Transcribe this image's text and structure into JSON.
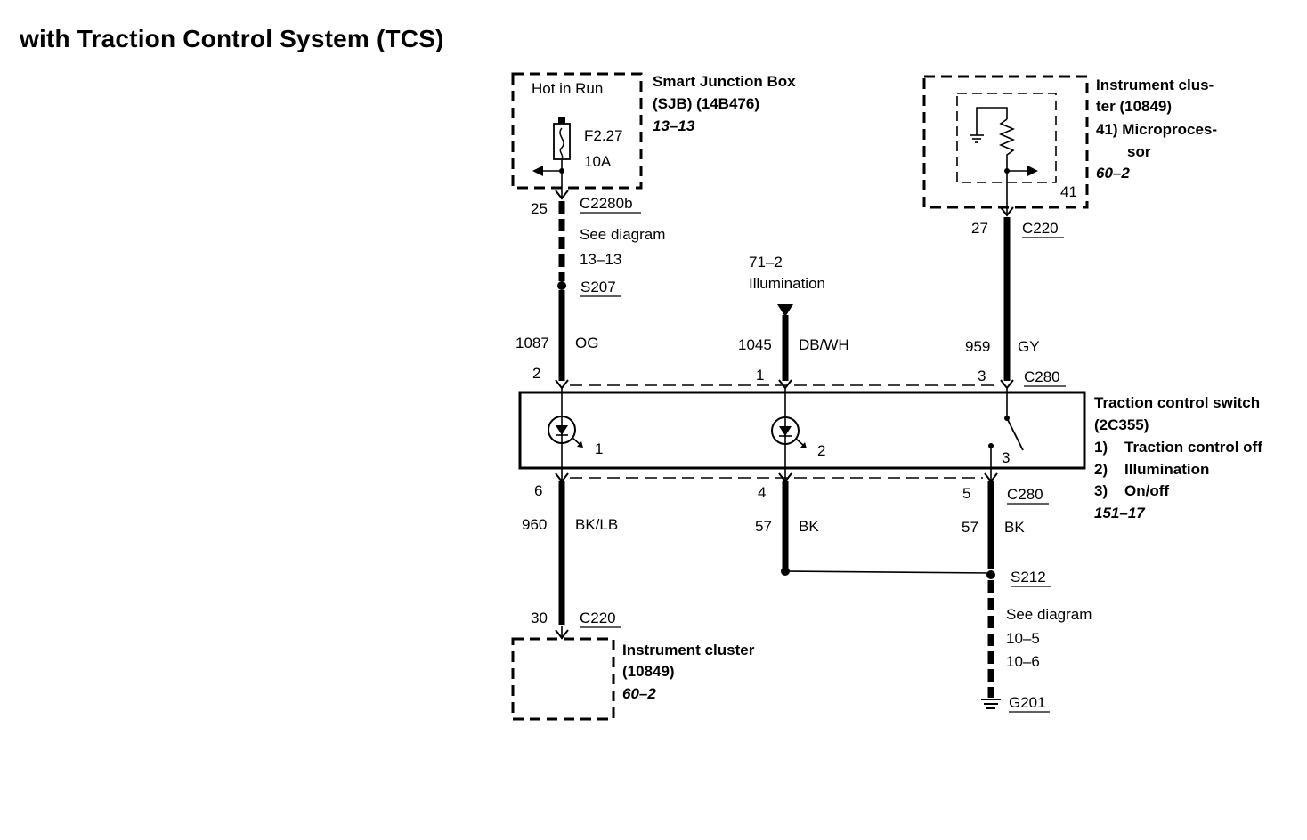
{
  "title": "with Traction Control System (TCS)",
  "sjb": {
    "name": "Smart Junction Box",
    "id": "(SJB) (14B476)",
    "ref": "13–13",
    "hot": "Hot in Run",
    "fuse": "F2.27",
    "amps": "10A",
    "pin": "25",
    "connector": "C2280b",
    "see1": "See diagram",
    "see2": "13–13",
    "splice": "S207"
  },
  "cluster_top": {
    "name1": "Instrument clus-",
    "name2": "ter (10849)",
    "item1": "41)  Microproces-",
    "item2": "sor",
    "ref": "60–2",
    "pin_inside": "41",
    "pin": "27",
    "connector": "C220"
  },
  "illum": {
    "ref": "71–2",
    "label": "Illumination"
  },
  "wires": {
    "og_circuit": "1087",
    "og_color": "OG",
    "dbwh_circuit": "1045",
    "dbwh_color": "DB/WH",
    "gy_circuit": "959",
    "gy_color": "GY",
    "bklb_circuit": "960",
    "bklb_color": "BK/LB",
    "bk1_circuit": "57",
    "bk1_color": "BK",
    "bk2_circuit": "57",
    "bk2_color": "BK"
  },
  "switch": {
    "name": "Traction control switch",
    "id": "(2C355)",
    "item1_num": "1)",
    "item1": "Traction control off",
    "item2_num": "2)",
    "item2": "Illumination",
    "item3_num": "3)",
    "item3": "On/off",
    "ref": "151–17",
    "top_pin_a": "2",
    "top_pin_b": "1",
    "top_pin_c": "3",
    "top_connector": "C280",
    "led1": "1",
    "led2": "2",
    "sw": "3",
    "bot_pin_a": "6",
    "bot_pin_b": "4",
    "bot_pin_c": "5",
    "bot_connector": "C280"
  },
  "cluster_bottom": {
    "pin": "30",
    "connector": "C220",
    "name": "Instrument cluster",
    "id": "(10849)",
    "ref": "60–2"
  },
  "ground": {
    "splice": "S212",
    "see": "See diagram",
    "ref1": "10–5",
    "ref2": "10–6",
    "ground": "G201"
  }
}
